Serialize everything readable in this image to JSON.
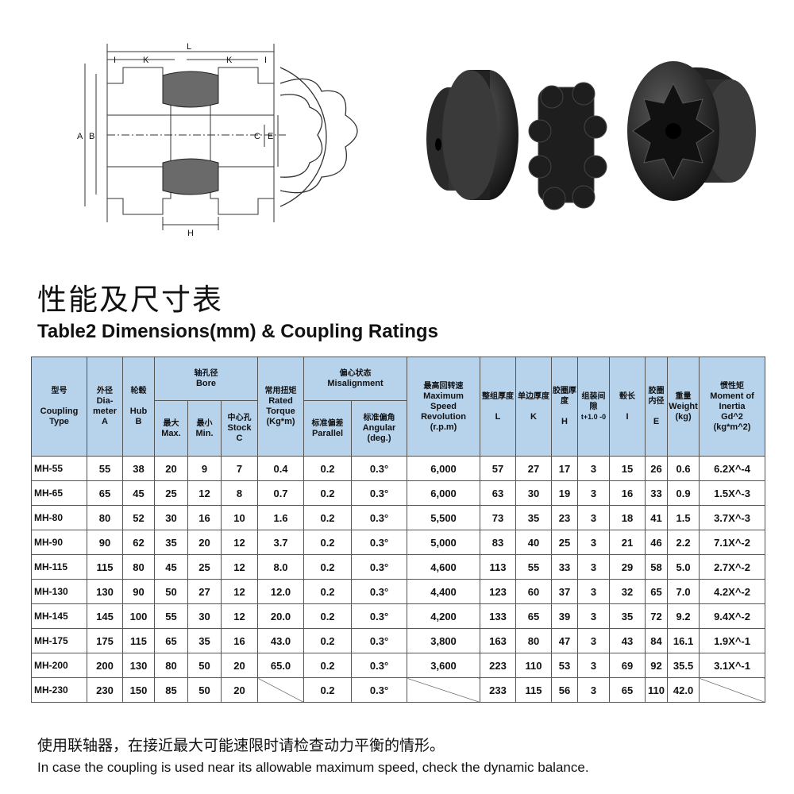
{
  "diagram": {
    "labels": {
      "L": "L",
      "K_left": "K",
      "K_right": "K",
      "I_left": "I",
      "I_right": "I",
      "A": "A",
      "B": "B",
      "C": "C",
      "E": "E",
      "H": "H"
    }
  },
  "title_cn": "性能及尺寸表",
  "title_en": "Table2 Dimensions(mm) & Coupling Ratings",
  "headers": {
    "type": {
      "cn": "型号",
      "en1": "Coupling",
      "en2": "Type"
    },
    "dia": {
      "cn": "外径",
      "en1": "Dia-",
      "en2": "meter",
      "en3": "A"
    },
    "hub": {
      "cn": "轮毂",
      "en1": "Hub",
      "en2": "B"
    },
    "bore": {
      "cn": "轴孔径",
      "en": "Bore"
    },
    "bore_max": {
      "cn": "最大",
      "en": "Max."
    },
    "bore_min": {
      "cn": "最小",
      "en": "Min."
    },
    "bore_stock": {
      "cn": "中心孔",
      "en1": "Stock",
      "en2": "C"
    },
    "torque": {
      "cn": "常用扭矩",
      "en1": "Rated",
      "en2": "Torque",
      "en3": "(Kg*m)"
    },
    "mis": {
      "cn": "偏心状态",
      "en": "Misalignment"
    },
    "parallel": {
      "cn": "标准偏差",
      "en": "Parallel"
    },
    "angular": {
      "cn": "标准偏角",
      "en1": "Angular",
      "en2": "(deg.)"
    },
    "speed": {
      "cn": "最高回转速",
      "en1": "Maximum",
      "en2": "Speed",
      "en3": "Revolution",
      "en4": "(r.p.m)"
    },
    "L": {
      "cn": "整组厚度",
      "en": "L"
    },
    "K": {
      "cn": "单边厚度",
      "en": "K"
    },
    "H": {
      "cn": "胶圈厚度",
      "en": "H"
    },
    "gap": {
      "cn": "组装间隙",
      "en": "t+1.0 -0"
    },
    "I": {
      "cn": "毂长",
      "en": "I"
    },
    "E": {
      "cn": "胶圈内径",
      "en": "E"
    },
    "weight": {
      "cn": "重量",
      "en1": "Weight",
      "en2": "(kg)"
    },
    "inertia": {
      "cn": "惯性矩",
      "en1": "Moment of",
      "en2": "Inertia",
      "en3": "Gd^2",
      "en4": "(kg*m^2)"
    }
  },
  "rows": [
    [
      "MH-55",
      "55",
      "38",
      "20",
      "9",
      "7",
      "0.4",
      "0.2",
      "0.3°",
      "6,000",
      "57",
      "27",
      "17",
      "3",
      "15",
      "26",
      "0.6",
      "6.2X^-4"
    ],
    [
      "MH-65",
      "65",
      "45",
      "25",
      "12",
      "8",
      "0.7",
      "0.2",
      "0.3°",
      "6,000",
      "63",
      "30",
      "19",
      "3",
      "16",
      "33",
      "0.9",
      "1.5X^-3"
    ],
    [
      "MH-80",
      "80",
      "52",
      "30",
      "16",
      "10",
      "1.6",
      "0.2",
      "0.3°",
      "5,500",
      "73",
      "35",
      "23",
      "3",
      "18",
      "41",
      "1.5",
      "3.7X^-3"
    ],
    [
      "MH-90",
      "90",
      "62",
      "35",
      "20",
      "12",
      "3.7",
      "0.2",
      "0.3°",
      "5,000",
      "83",
      "40",
      "25",
      "3",
      "21",
      "46",
      "2.2",
      "7.1X^-2"
    ],
    [
      "MH-115",
      "115",
      "80",
      "45",
      "25",
      "12",
      "8.0",
      "0.2",
      "0.3°",
      "4,600",
      "113",
      "55",
      "33",
      "3",
      "29",
      "58",
      "5.0",
      "2.7X^-2"
    ],
    [
      "MH-130",
      "130",
      "90",
      "50",
      "27",
      "12",
      "12.0",
      "0.2",
      "0.3°",
      "4,400",
      "123",
      "60",
      "37",
      "3",
      "32",
      "65",
      "7.0",
      "4.2X^-2"
    ],
    [
      "MH-145",
      "145",
      "100",
      "55",
      "30",
      "12",
      "20.0",
      "0.2",
      "0.3°",
      "4,200",
      "133",
      "65",
      "39",
      "3",
      "35",
      "72",
      "9.2",
      "9.4X^-2"
    ],
    [
      "MH-175",
      "175",
      "115",
      "65",
      "35",
      "16",
      "43.0",
      "0.2",
      "0.3°",
      "3,800",
      "163",
      "80",
      "47",
      "3",
      "43",
      "84",
      "16.1",
      "1.9X^-1"
    ],
    [
      "MH-200",
      "200",
      "130",
      "80",
      "50",
      "20",
      "65.0",
      "0.2",
      "0.3°",
      "3,600",
      "223",
      "110",
      "53",
      "3",
      "69",
      "92",
      "35.5",
      "3.1X^-1"
    ],
    [
      "MH-230",
      "230",
      "150",
      "85",
      "50",
      "20",
      "",
      "0.2",
      "0.3°",
      "",
      "233",
      "115",
      "56",
      "3",
      "65",
      "110",
      "42.0",
      ""
    ]
  ],
  "note_cn": "使用联轴器，在接近最大可能速限时请检查动力平衡的情形。",
  "note_en": "In case the coupling is used near its allowable maximum speed, check the dynamic balance."
}
